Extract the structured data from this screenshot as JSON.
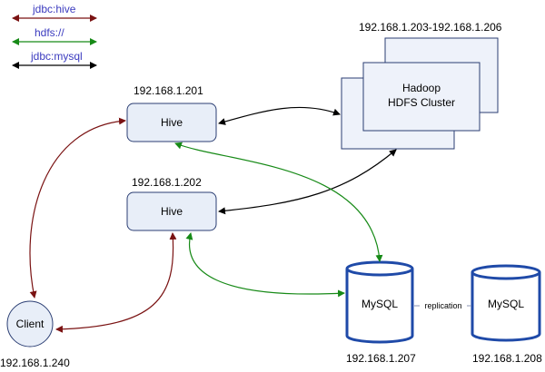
{
  "colors": {
    "jdbc_hive": "#7a1212",
    "hdfs": "#178a17",
    "jdbc_mysql": "#000000",
    "legend_text": "#3b3bbf",
    "node_fill": "#e8eef8",
    "node_stroke": "#2b3e73",
    "db_stroke": "#1f4aa8"
  },
  "legend": {
    "jdbc_hive": "jdbc:hive",
    "hdfs": "hdfs://",
    "jdbc_mysql": "jdbc:mysql"
  },
  "hive1": {
    "label": "Hive",
    "ip": "192.168.1.201"
  },
  "hive2": {
    "label": "Hive",
    "ip": "192.168.1.202"
  },
  "cluster": {
    "title": "Hadoop",
    "subtitle": "HDFS Cluster",
    "ip": "192.168.1.203-192.168.1.206"
  },
  "client": {
    "label": "Client",
    "ip": "192.168.1.240"
  },
  "mysql1": {
    "label": "MySQL",
    "ip": "192.168.1.207"
  },
  "mysql2": {
    "label": "MySQL",
    "ip": "192.168.1.208"
  },
  "replication": {
    "label": "replication"
  }
}
